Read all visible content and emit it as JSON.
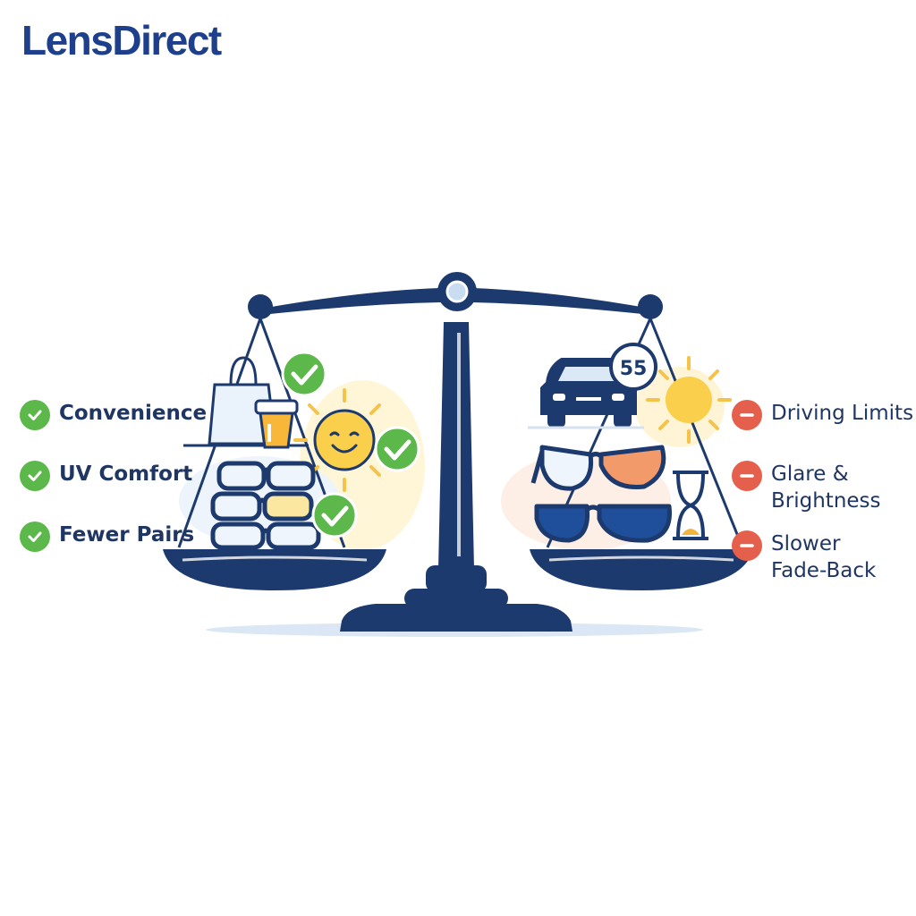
{
  "brand": {
    "name": "LensDirect",
    "color": "#1d3f8c"
  },
  "colors": {
    "navy": "#1d3a6e",
    "pro_green": "#5cb84a",
    "con_red": "#e5604c",
    "sun_yellow": "#f7c948",
    "label_text": "#1f3562"
  },
  "pros": [
    {
      "label": "Convenience",
      "icon": "check-icon"
    },
    {
      "label": "UV Comfort",
      "icon": "check-icon"
    },
    {
      "label": "Fewer Pairs",
      "icon": "check-icon"
    }
  ],
  "cons": [
    {
      "label": "Driving Limits",
      "icon": "minus-icon"
    },
    {
      "label": "Glare &\nBrightness",
      "icon": "minus-icon"
    },
    {
      "label": "Slower\nFade-Back",
      "icon": "minus-icon"
    }
  ],
  "speed_sign": "55",
  "icons": {
    "left_pan": [
      "shopping-bag-icon",
      "coffee-cup-icon",
      "sun-icon",
      "eyeglasses-icon"
    ],
    "right_pan": [
      "car-icon",
      "speed-limit-icon",
      "sun-icon",
      "sunglasses-icon",
      "hourglass-icon"
    ]
  }
}
